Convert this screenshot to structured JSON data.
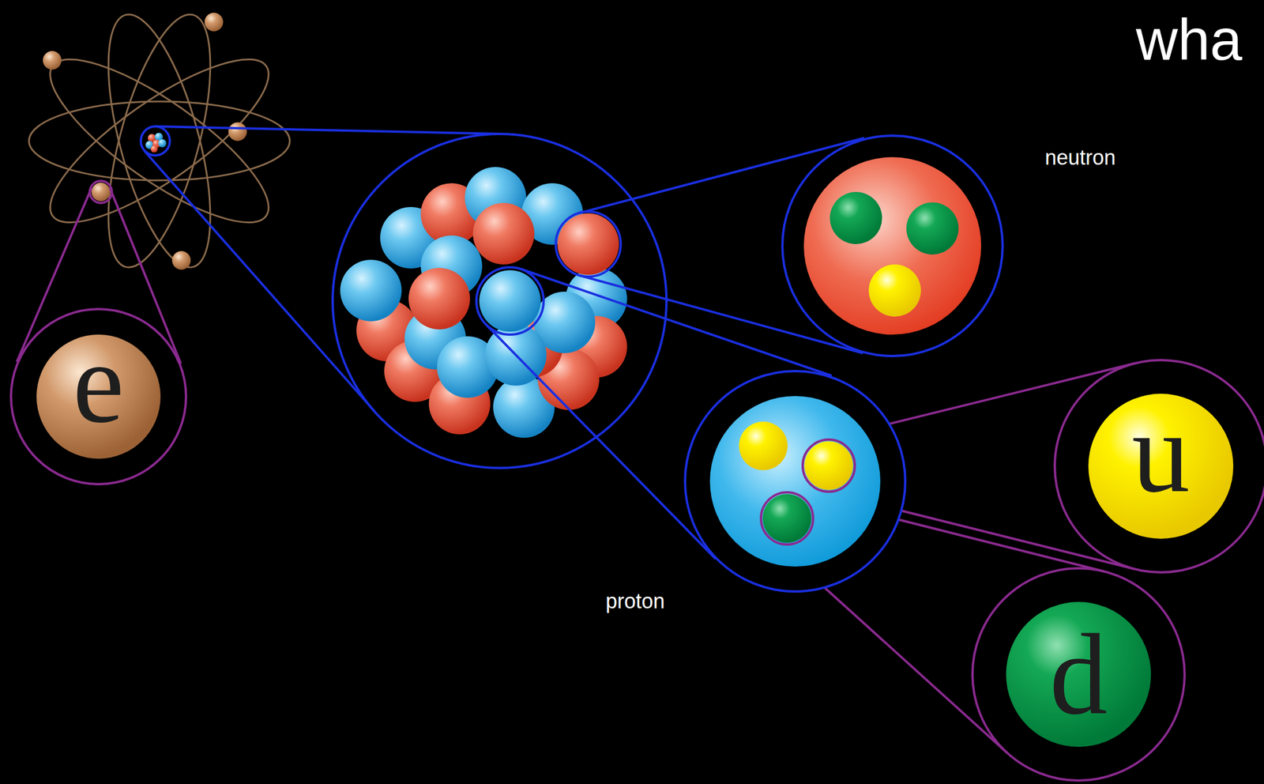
{
  "diagram": {
    "title": "wha",
    "nodes": [
      {
        "text": [
          "e"
        ]
      },
      {
        "text": [
          "neutron"
        ]
      },
      {
        "text": [
          "proton"
        ]
      },
      {
        "text": [
          "u"
        ]
      },
      {
        "text": [
          "d"
        ]
      }
    ],
    "edges": [
      {
        "from": 2,
        "to": 3,
        "arrow": "none"
      },
      {
        "from": 2,
        "to": 4,
        "arrow": "none"
      }
    ]
  }
}
